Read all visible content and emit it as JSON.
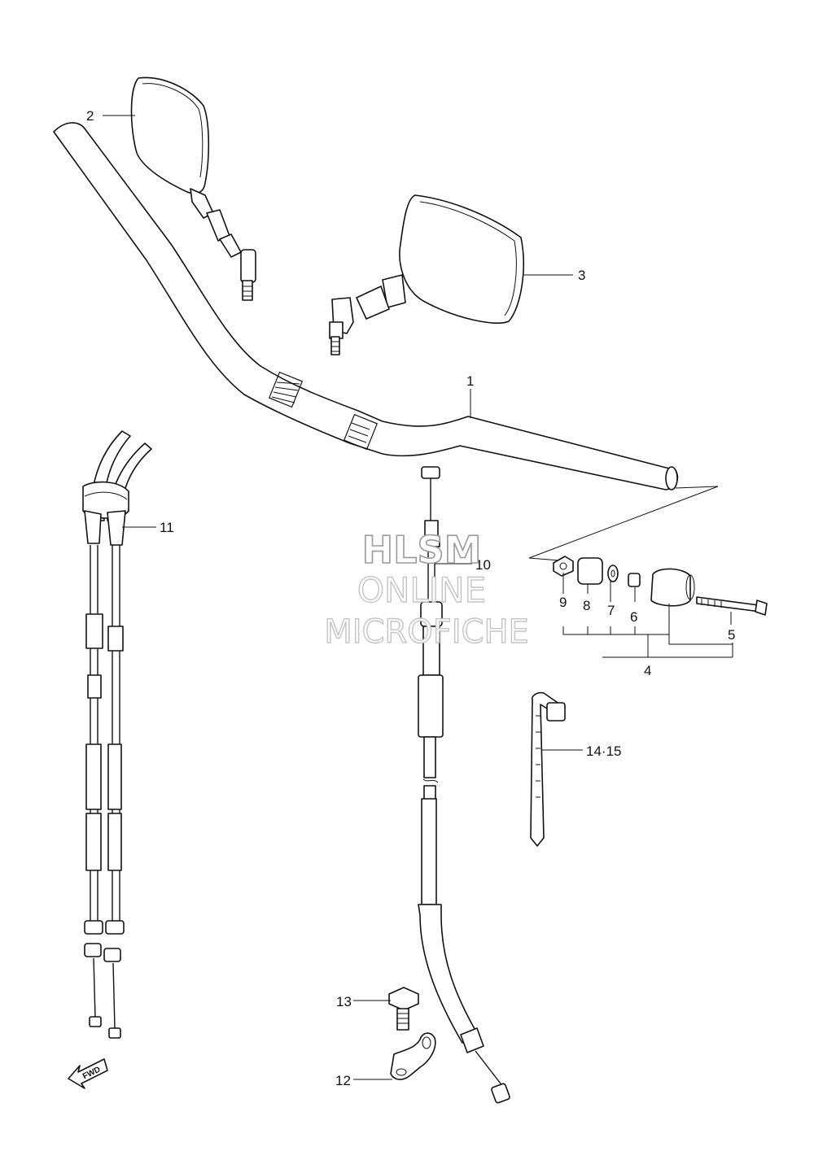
{
  "labels": {
    "handlebar": "1",
    "mirror_left": "2",
    "mirror_right": "3",
    "balancer_assembly": "4",
    "screw": "5",
    "part_6": "6",
    "part_7": "7",
    "part_8": "8",
    "part_9": "9",
    "clutch_cable": "10",
    "throttle_cable": "11",
    "clamp": "12",
    "bolt": "13",
    "cable_tie": "14·15"
  },
  "watermark": {
    "line1": "HLSM",
    "line2": "ONLINE",
    "line3": "MICROFICHE"
  },
  "fwd": "FWD"
}
